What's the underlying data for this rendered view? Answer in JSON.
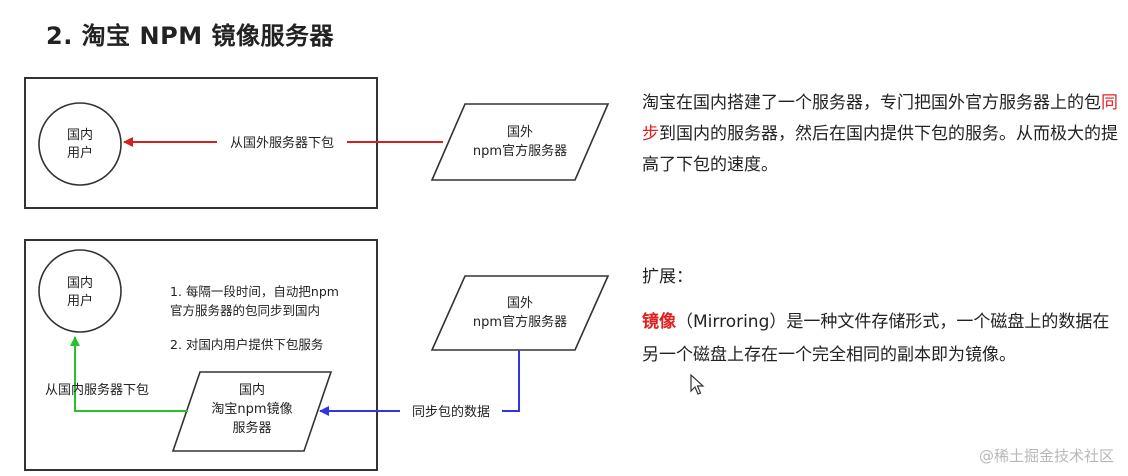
{
  "title": "2. 淘宝 NPM 镜像服务器",
  "diagram1": {
    "user_line1": "国内",
    "user_line2": "用户",
    "server_line1": "国外",
    "server_line2": "npm官方服务器",
    "arrow_label": "从国外服务器下包"
  },
  "diagram2": {
    "user_line1": "国内",
    "user_line2": "用户",
    "server_line1": "国外",
    "server_line2": "npm官方服务器",
    "step1_line1": "1. 每隔一段时间，自动把npm",
    "step1_line2": "官方服务器的包同步到国内",
    "step2": "2. 对国内用户提供下包服务",
    "download_label": "从国内服务器下包",
    "mirror_line1": "国内",
    "mirror_line2": "淘宝npm镜像",
    "mirror_line3": "服务器",
    "sync_label": "同步包的数据"
  },
  "description": {
    "part1": "淘宝在国内搭建了一个服务器，专门把国外官方服务器上的包",
    "highlight": "同步",
    "part2": "到国内的服务器，然后在国内提供下包的服务。从而极大的提高了下包的速度。"
  },
  "extension": {
    "label": "扩展：",
    "term": "镜像",
    "definition": "（Mirroring）是一种文件存储形式，一个磁盘上的数据在另一个磁盘上存在一个完全相同的副本即为镜像。"
  },
  "watermark": "@稀土掘金技术社区",
  "colors": {
    "red_arrow": "#d42020",
    "green_arrow": "#27c227",
    "blue_arrow": "#3333e0"
  },
  "icons": {
    "cursor": "mouse-pointer-icon"
  }
}
